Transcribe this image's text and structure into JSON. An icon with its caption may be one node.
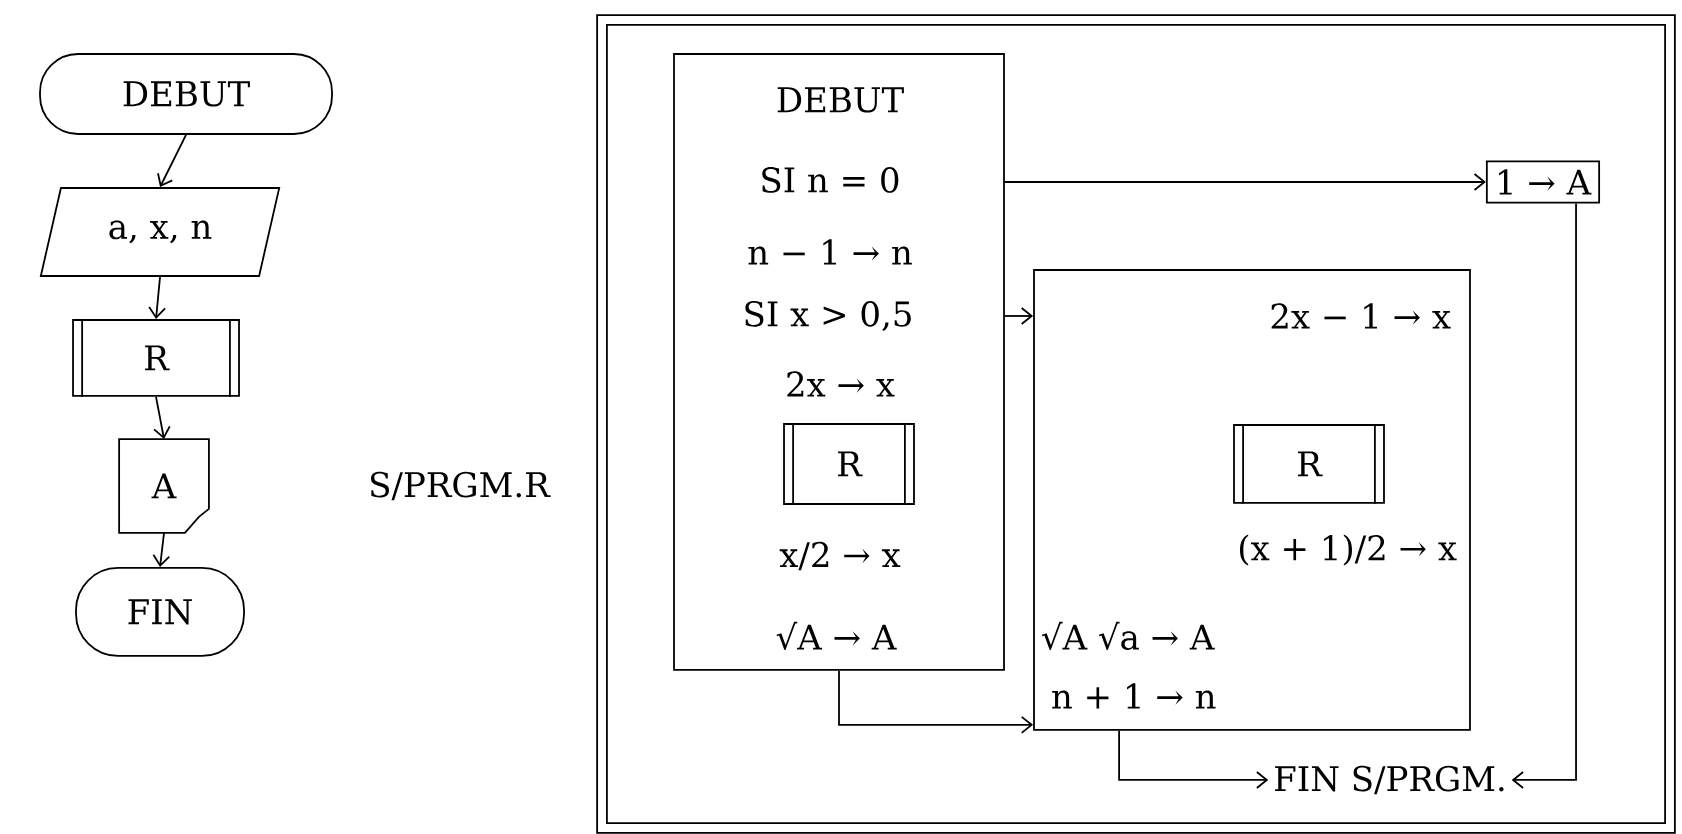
{
  "diagram": {
    "nodes": [
      {
        "text": [
          "DEBUT"
        ]
      },
      {
        "text": [
          "a, x, n"
        ]
      },
      {
        "text": [
          "R"
        ]
      },
      {
        "text": [
          "A"
        ]
      },
      {
        "text": [
          "FIN"
        ]
      },
      {
        "text": [],
        "shape": "box",
        "beside": [
          "S/PRGM.R"
        ]
      },
      {
        "text": [
          "DEBUT",
          "SI n = 0",
          "n − 1 → n",
          "SI x > 0,5",
          "2x → x",
          "x/2 → x",
          "√A → A"
        ],
        "in": 5
      },
      {
        "text": [
          "R"
        ],
        "in": 6
      },
      {
        "text": [
          "1 → A"
        ],
        "in": 5
      },
      {
        "text": [
          "2x − 1 → x",
          "(x + 1)/2 → x",
          "√A √a → A",
          "n + 1 → n"
        ],
        "in": 5
      },
      {
        "text": [
          "R"
        ],
        "in": 9
      },
      {
        "text": [
          "FIN S/PRGM."
        ],
        "in": 5
      }
    ],
    "edges": [
      {
        "from": 0,
        "to": 1,
        "arrow": "to"
      },
      {
        "from": 1,
        "to": 2,
        "arrow": "to"
      },
      {
        "from": 2,
        "to": 3,
        "arrow": "to"
      },
      {
        "from": 3,
        "to": 4,
        "arrow": "to"
      },
      {
        "from": 6,
        "to": 8,
        "arrow": "to"
      },
      {
        "from": 6,
        "to": 9,
        "arrow": "to"
      },
      {
        "from": 6,
        "to": 9,
        "arrow": "to"
      },
      {
        "from": 9,
        "to": 11,
        "arrow": "to"
      },
      {
        "from": 8,
        "to": 11,
        "arrow": "to"
      }
    ]
  }
}
